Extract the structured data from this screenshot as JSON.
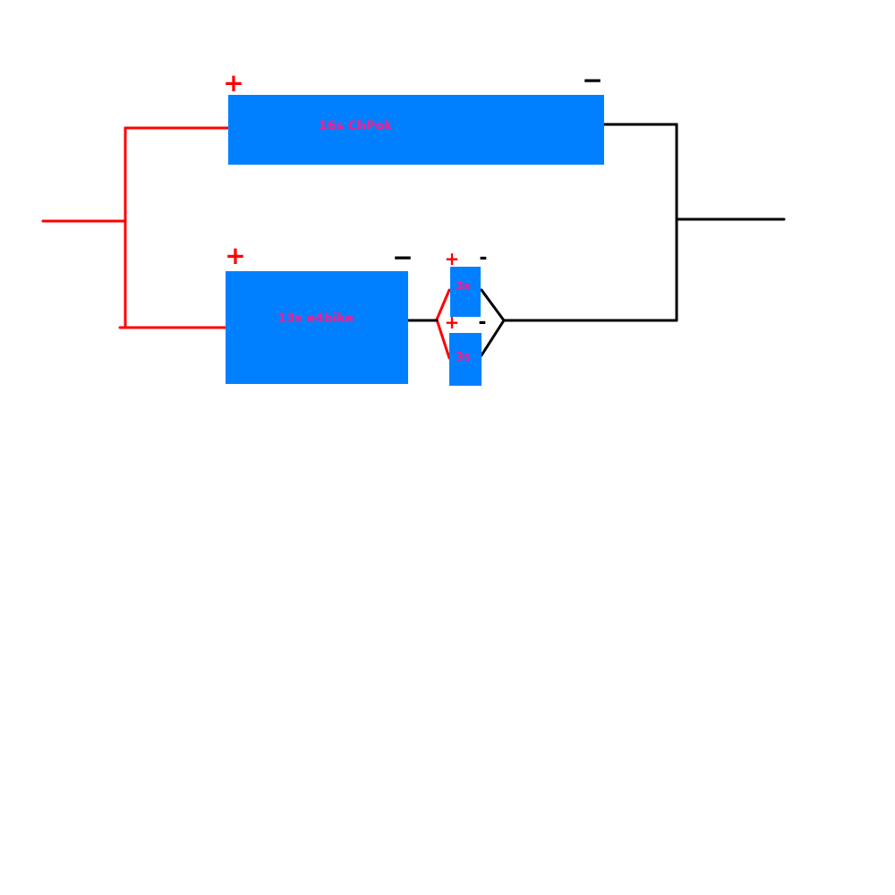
{
  "colors": {
    "battery_fill": "#0080ff",
    "label_text": "#ff1a8c",
    "positive_wire": "#ff0000",
    "negative_wire": "#000000",
    "background": "#ffffff"
  },
  "batteries": {
    "top": {
      "label": "16s ChPok",
      "plus": "+",
      "minus": "−"
    },
    "bottom": {
      "label": "13s e4bike",
      "plus": "+",
      "minus": "−"
    },
    "small_upper": {
      "label": "3s",
      "plus": "+",
      "minus": "-"
    },
    "small_lower": {
      "label": "3s",
      "plus": "+",
      "minus": "-"
    }
  }
}
